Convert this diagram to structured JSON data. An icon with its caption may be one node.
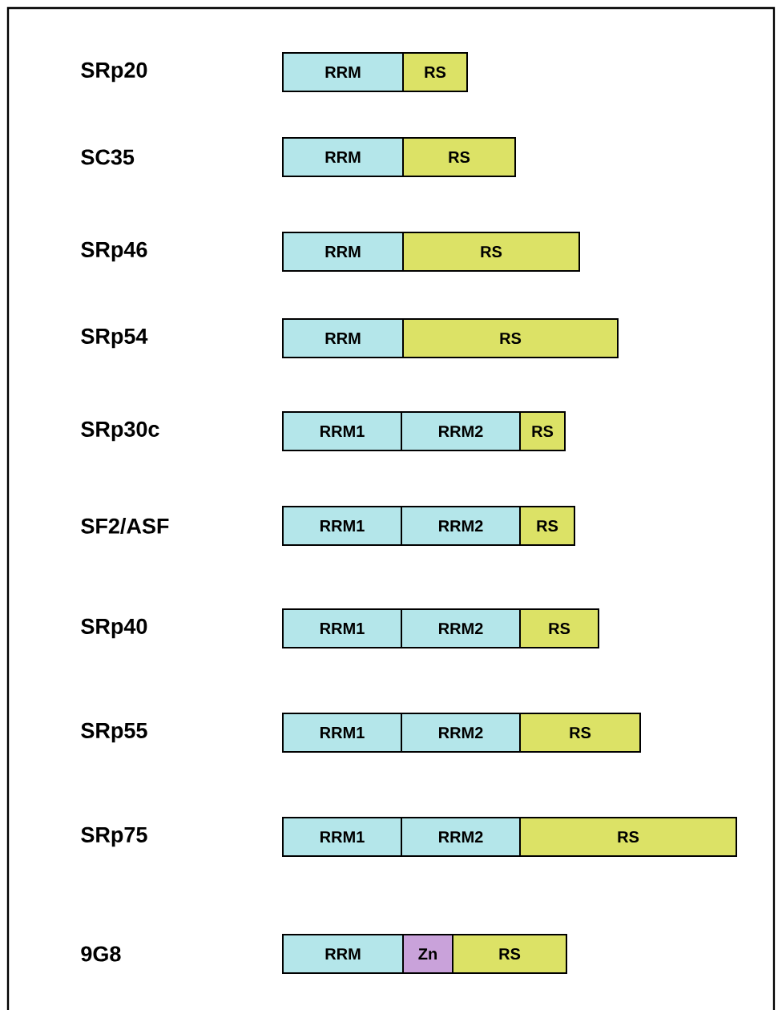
{
  "diagram": {
    "nodes": [
      {
        "text": [
          "RRM"
        ]
      },
      {
        "text": [
          "RS"
        ]
      },
      {
        "text": [
          "RRM"
        ]
      },
      {
        "text": [
          "RS"
        ]
      },
      {
        "text": [
          "RRM"
        ]
      },
      {
        "text": [
          "RS"
        ]
      },
      {
        "text": [
          "RRM"
        ]
      },
      {
        "text": [
          "RS"
        ]
      },
      {
        "text": [
          "RRM1"
        ]
      },
      {
        "text": [
          "RRM2"
        ]
      },
      {
        "text": [
          "RS"
        ]
      },
      {
        "text": [
          "RRM1"
        ]
      },
      {
        "text": [
          "RRM2"
        ]
      },
      {
        "text": [
          "RS"
        ]
      },
      {
        "text": [
          "RRM1"
        ]
      },
      {
        "text": [
          "RRM2"
        ]
      },
      {
        "text": [
          "RS"
        ]
      },
      {
        "text": [
          "RRM1"
        ]
      },
      {
        "text": [
          "RRM2"
        ]
      },
      {
        "text": [
          "RS"
        ]
      },
      {
        "text": [
          "RRM1"
        ]
      },
      {
        "text": [
          "RRM2"
        ]
      },
      {
        "text": [
          "RS"
        ]
      },
      {
        "text": [
          "RRM"
        ]
      },
      {
        "text": [
          "Zn"
        ]
      },
      {
        "text": [
          "RS"
        ]
      }
    ],
    "labels": [
      "SRp20",
      "SC35",
      "SRp46",
      "SRp54",
      "SRp30c",
      "SF2/ASF",
      "SRp40",
      "SRp55",
      "SRp75",
      "9G8"
    ]
  }
}
